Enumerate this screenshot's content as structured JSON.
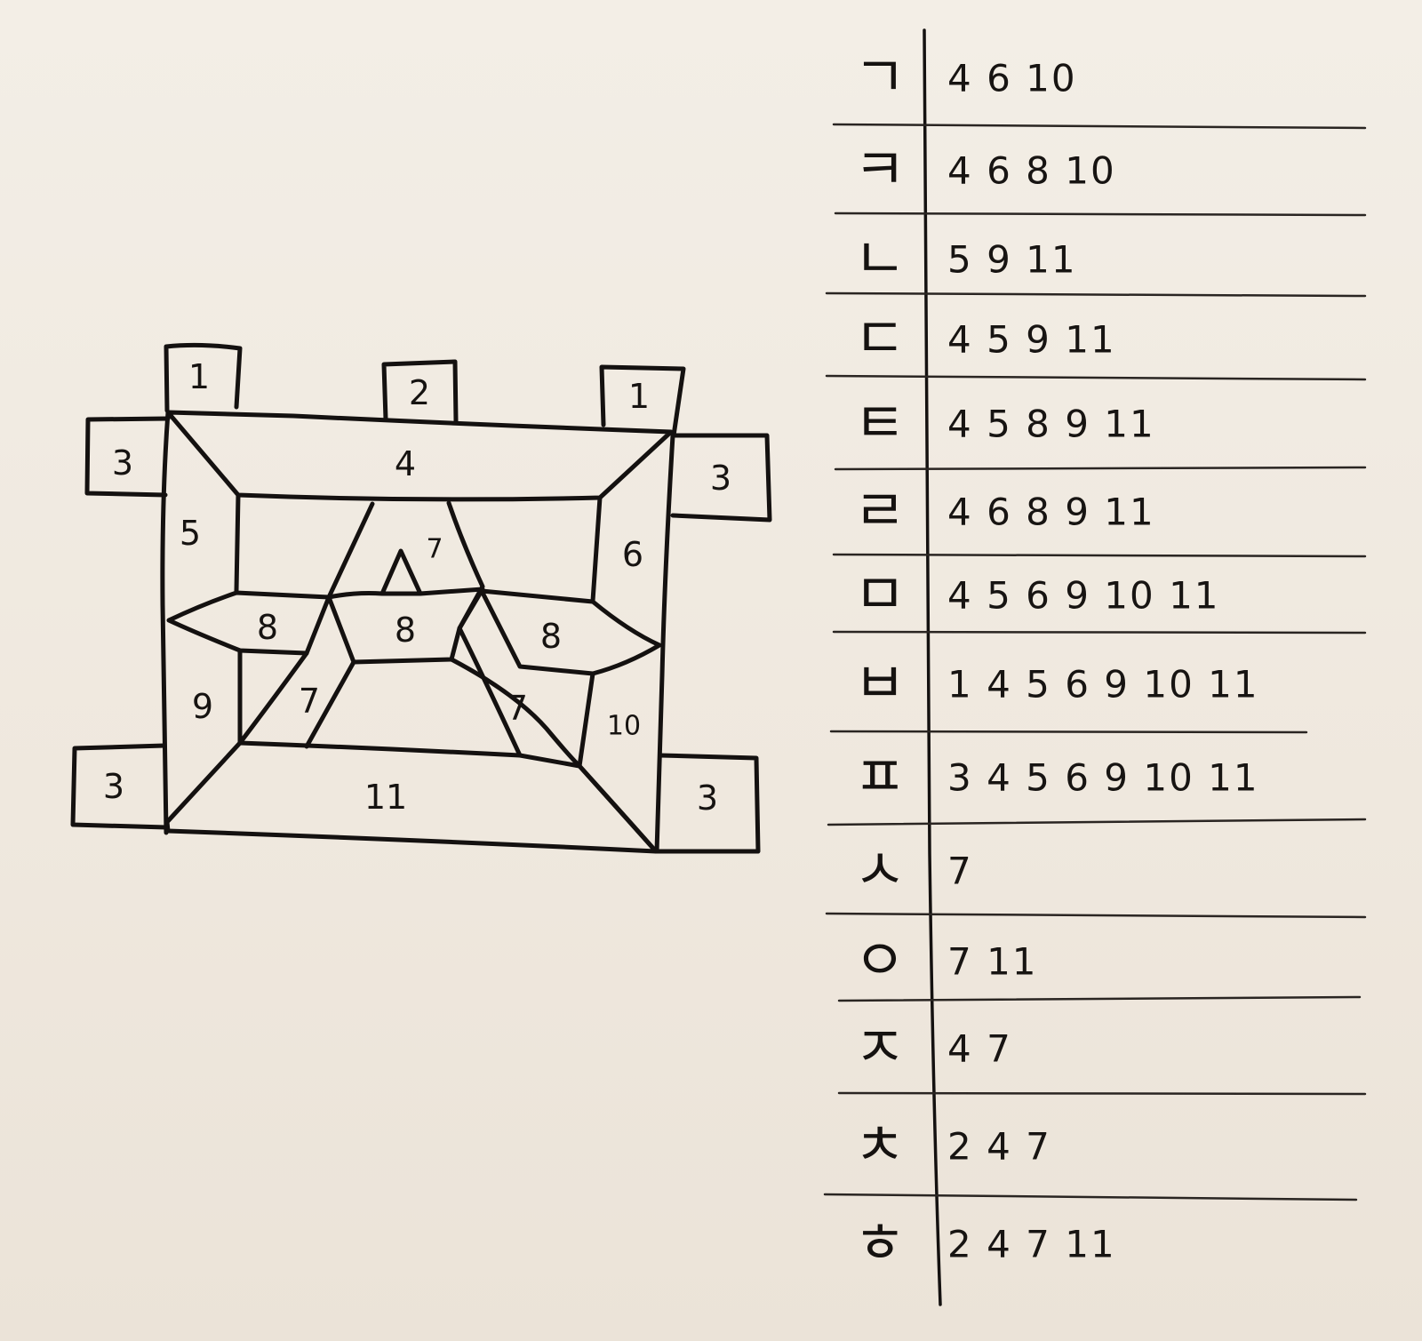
{
  "diagram": {
    "piece_labels": [
      {
        "id": "a",
        "text": "1"
      },
      {
        "id": "b",
        "text": "2"
      },
      {
        "id": "c",
        "text": "1"
      },
      {
        "id": "d",
        "text": "3"
      },
      {
        "id": "e",
        "text": "4"
      },
      {
        "id": "f",
        "text": "3"
      },
      {
        "id": "g",
        "text": "5"
      },
      {
        "id": "h",
        "text": "7"
      },
      {
        "id": "i",
        "text": "6"
      },
      {
        "id": "j",
        "text": "8"
      },
      {
        "id": "k",
        "text": "8"
      },
      {
        "id": "l",
        "text": "8"
      },
      {
        "id": "m",
        "text": "9"
      },
      {
        "id": "n",
        "text": "7"
      },
      {
        "id": "o",
        "text": "7"
      },
      {
        "id": "p",
        "text": "10"
      },
      {
        "id": "q",
        "text": "3"
      },
      {
        "id": "r",
        "text": "11"
      },
      {
        "id": "s",
        "text": "3"
      }
    ]
  },
  "table": {
    "rows": [
      {
        "letter": "ㄱ",
        "pieces": "4 6 10"
      },
      {
        "letter": "ㅋ",
        "pieces": "4 6 8 10"
      },
      {
        "letter": "ㄴ",
        "pieces": "5 9 11"
      },
      {
        "letter": "ㄷ",
        "pieces": "4 5 9 11"
      },
      {
        "letter": "ㅌ",
        "pieces": "4 5 8 9 11"
      },
      {
        "letter": "ㄹ",
        "pieces": "4 6 8 9 11"
      },
      {
        "letter": "ㅁ",
        "pieces": "4 5 6 9 10 11"
      },
      {
        "letter": "ㅂ",
        "pieces": "1 4 5 6 9 10 11"
      },
      {
        "letter": "ㅍ",
        "pieces": "3 4 5 6 9 10 11"
      },
      {
        "letter": "ㅅ",
        "pieces": "7"
      },
      {
        "letter": "ㅇ",
        "pieces": "7 11"
      },
      {
        "letter": "ㅈ",
        "pieces": "4 7"
      },
      {
        "letter": "ㅊ",
        "pieces": "2 4 7"
      },
      {
        "letter": "ㅎ",
        "pieces": "2 4 7 11"
      }
    ]
  }
}
